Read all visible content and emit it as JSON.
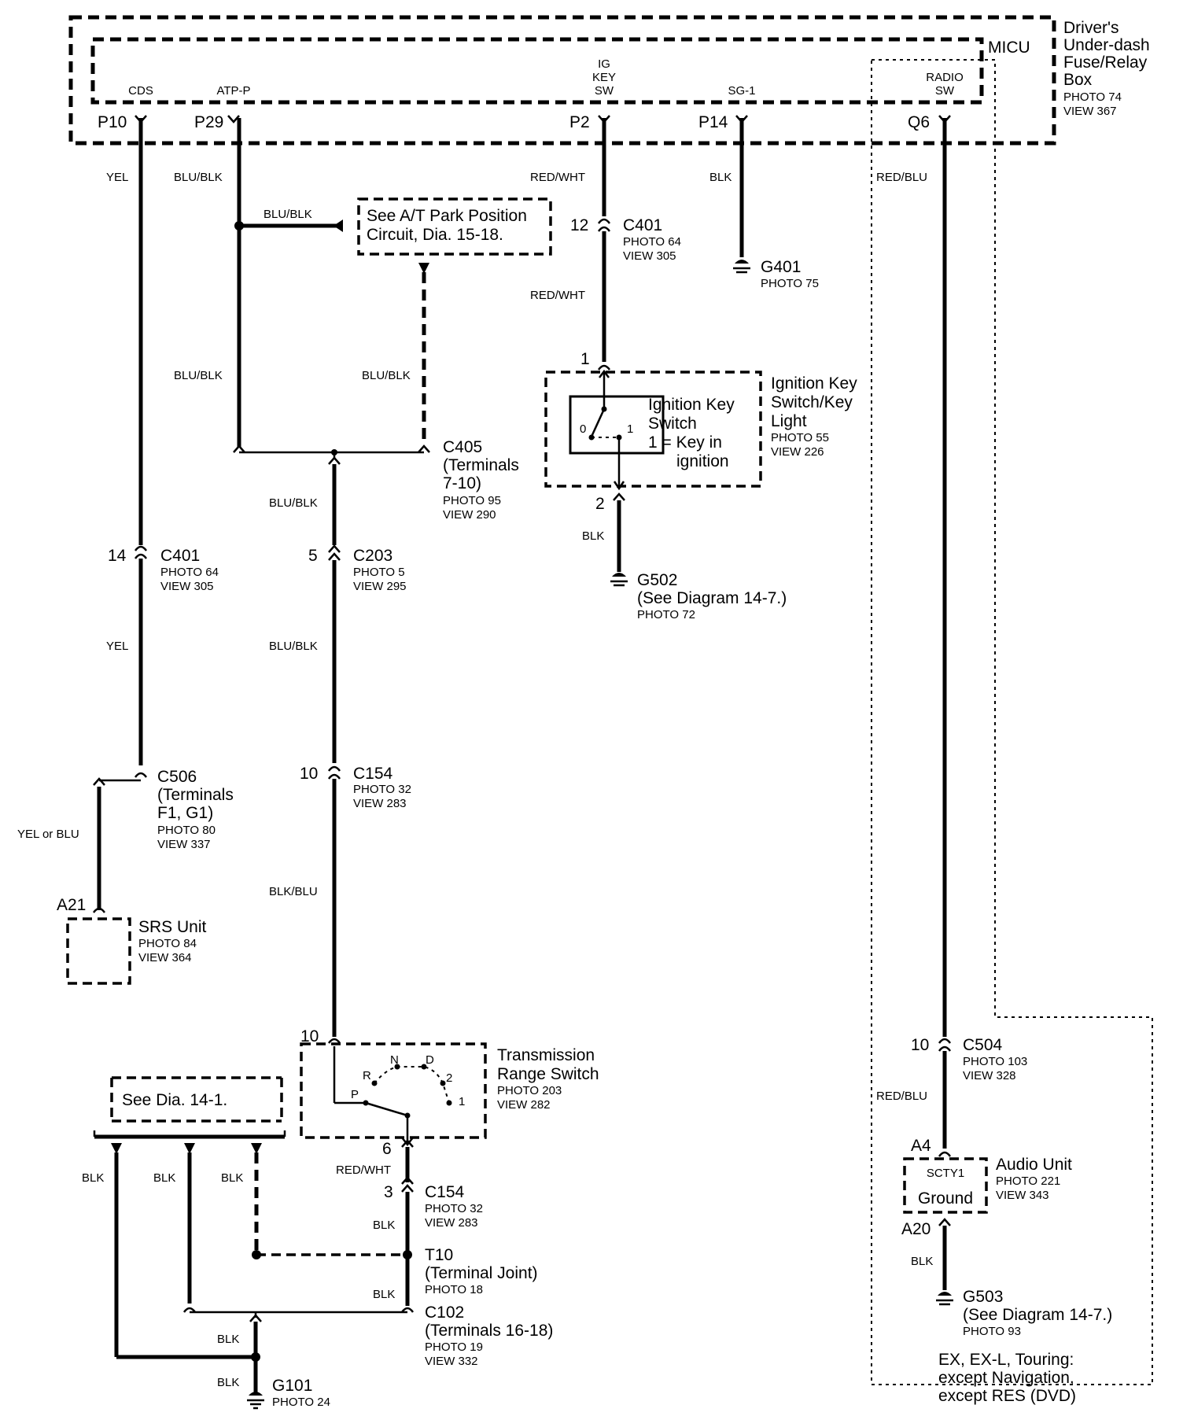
{
  "fuse_box": {
    "title_line1": "Driver's",
    "title_line2": "Under-dash",
    "title_line3": "Fuse/Relay",
    "title_line4": "Box",
    "photo": "PHOTO 74",
    "view": "VIEW 367",
    "micu": "MICU"
  },
  "terminals": {
    "cds": {
      "name": "CDS",
      "pin": "P10"
    },
    "atp": {
      "name": "ATP-P",
      "pin": "P29"
    },
    "ig_line1": "IG",
    "ig_line2": "KEY",
    "ig_line3": "SW",
    "ig_pin": "P2",
    "sg": {
      "name": "SG-1",
      "pin": "P14"
    },
    "radio_line1": "RADIO",
    "radio_line2": "SW",
    "radio_pin": "Q6"
  },
  "wires": {
    "yel": "YEL",
    "blu_blk": "BLU/BLK",
    "red_wht": "RED/WHT",
    "blk": "BLK",
    "red_blu": "RED/BLU",
    "yel_or_blu": "YEL or BLU",
    "blk_blu": "BLK/BLU"
  },
  "at_park": {
    "line1": "See A/T Park Position",
    "line2": "Circuit, Dia. 15-18."
  },
  "c401_top": {
    "pin": "12",
    "name": "C401",
    "photo": "PHOTO 64",
    "view": "VIEW 305"
  },
  "g401": {
    "name": "G401",
    "photo": "PHOTO 75"
  },
  "ign_switch": {
    "inner1": "Ignition Key",
    "inner2": "Switch",
    "inner3": "1 = Key in",
    "inner4": "ignition",
    "pos0": "0",
    "pos1": "1",
    "pin_top": "1",
    "pin_bottom": "2",
    "label1": "Ignition Key",
    "label2": "Switch/Key",
    "label3": "Light",
    "photo": "PHOTO 55",
    "view": "VIEW 226"
  },
  "c405": {
    "name": "C405",
    "line2": "(Terminals",
    "line3": "7-10)",
    "photo": "PHOTO 95",
    "view": "VIEW 290"
  },
  "g502": {
    "name": "G502",
    "line2": "(See Diagram 14-7.)",
    "photo": "PHOTO 72"
  },
  "c401_left": {
    "pin": "14",
    "name": "C401",
    "photo": "PHOTO 64",
    "view": "VIEW 305"
  },
  "c203": {
    "pin": "5",
    "name": "C203",
    "photo": "PHOTO 5",
    "view": "VIEW 295"
  },
  "c506": {
    "name": "C506",
    "line2": "(Terminals",
    "line3": "F1, G1)",
    "photo": "PHOTO 80",
    "view": "VIEW 337"
  },
  "c154_top": {
    "pin": "10",
    "name": "C154",
    "photo": "PHOTO 32",
    "view": "VIEW 283"
  },
  "srs": {
    "pin": "A21",
    "name": "SRS Unit",
    "photo": "PHOTO 84",
    "view": "VIEW 364"
  },
  "trs": {
    "pin_top": "10",
    "pin_bottom": "6",
    "label1": "Transmission",
    "label2": "Range Switch",
    "photo": "PHOTO 203",
    "view": "VIEW 282",
    "pos_p": "P",
    "pos_r": "R",
    "pos_n": "N",
    "pos_d": "D",
    "pos_2": "2",
    "pos_1": "1"
  },
  "see_dia_14_1": "See Dia. 14-1.",
  "c154_bottom": {
    "pin": "3",
    "name": "C154",
    "photo": "PHOTO 32",
    "view": "VIEW 283"
  },
  "t10": {
    "name": "T10",
    "line2": "(Terminal Joint)",
    "photo": "PHOTO 18"
  },
  "c102": {
    "name": "C102",
    "line2": "(Terminals 16-18)",
    "photo": "PHOTO 19",
    "view": "VIEW 332"
  },
  "g101": {
    "name": "G101",
    "photo": "PHOTO 24"
  },
  "c504": {
    "pin": "10",
    "name": "C504",
    "photo": "PHOTO 103",
    "view": "VIEW 328"
  },
  "audio": {
    "pin_top": "A4",
    "pin_bottom": "A20",
    "inner1": "SCTY1",
    "inner2": "Ground",
    "label": "Audio Unit",
    "photo": "PHOTO 221",
    "view": "VIEW 343"
  },
  "g503": {
    "name": "G503",
    "line2": "(See Diagram 14-7.)",
    "photo": "PHOTO 93"
  },
  "variant_note": {
    "line1": "EX, EX-L, Touring:",
    "line2": "except Navigation,",
    "line3": "except RES (DVD)"
  }
}
